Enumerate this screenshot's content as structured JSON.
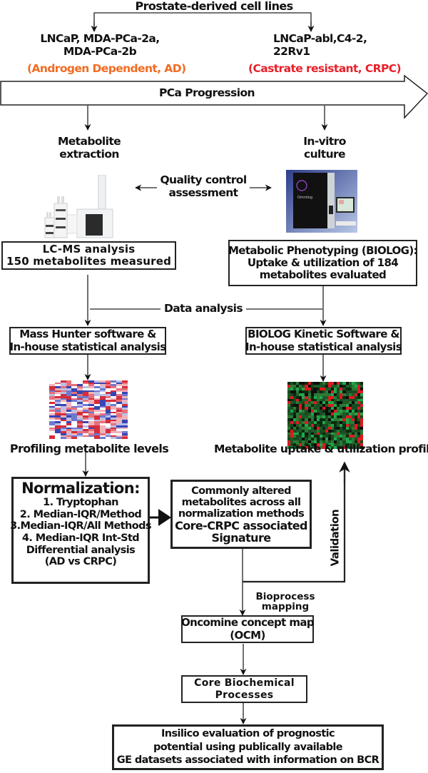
{
  "title": "Prostate-derived cell lines",
  "cell_lines": {
    "ad": {
      "lines": [
        "LNCaP, MDA-PCa-2a,",
        "MDA-PCa-2b"
      ],
      "label": "(Androgen Dependent, AD)",
      "color": "#f26b21"
    },
    "crpc": {
      "lines": [
        "LNCaP-abl,C4-2,",
        "22Rv1"
      ],
      "label": "(Castrate resistant, CRPC)",
      "color": "#e8202a"
    }
  },
  "progression": "PCa Progression",
  "left_branch": {
    "step": [
      "Metabolite",
      "extraction"
    ],
    "instrument_icon": "lc-ms-instrument",
    "analysis": [
      "LC-MS analysis",
      "150 metabolites measured"
    ],
    "software": [
      "Mass Hunter software &",
      "In-house statistical analysis"
    ],
    "heatmap_icon": "blue-red-heatmap",
    "profile": "Profiling metabolite levels"
  },
  "right_branch": {
    "step": [
      "In-vitro",
      "culture"
    ],
    "instrument_icon": "biolog-omnilog-instrument",
    "analysis": [
      "Metabolic Phenotyping (BIOLOG):",
      "Uptake & utilization of 184",
      "metabolites evaluated"
    ],
    "software": [
      "BIOLOG Kinetic Software &",
      "In-house statistical analysis"
    ],
    "heatmap_icon": "green-red-heatmap",
    "profile": "Metabolite uptake & utilization profile"
  },
  "quality_control": [
    "Quality control",
    "assessment"
  ],
  "data_analysis": "Data analysis",
  "normalization": {
    "title": "Normalization:",
    "items": [
      "1. Tryptophan",
      "2. Median-IQR/Method",
      "3.Median-IQR/All Methods",
      "4. Median-IQR Int-Std"
    ],
    "footer": [
      "Differential analysis",
      "(AD vs CRPC)"
    ]
  },
  "signature": [
    "Commonly altered",
    "metabolites across all",
    "normalization methods",
    "Core-CRPC associated",
    "Signature"
  ],
  "validation": "Validation",
  "bioprocess": [
    "Bioprocess",
    "mapping"
  ],
  "ocm": [
    "Oncomine concept map",
    "(OCM)"
  ],
  "core_processes": [
    "Core Biochemical",
    "Processes"
  ],
  "insilico": [
    "Insilico evaluation of prognostic",
    "potential using publically available",
    "GE datasets associated with information on BCR"
  ]
}
